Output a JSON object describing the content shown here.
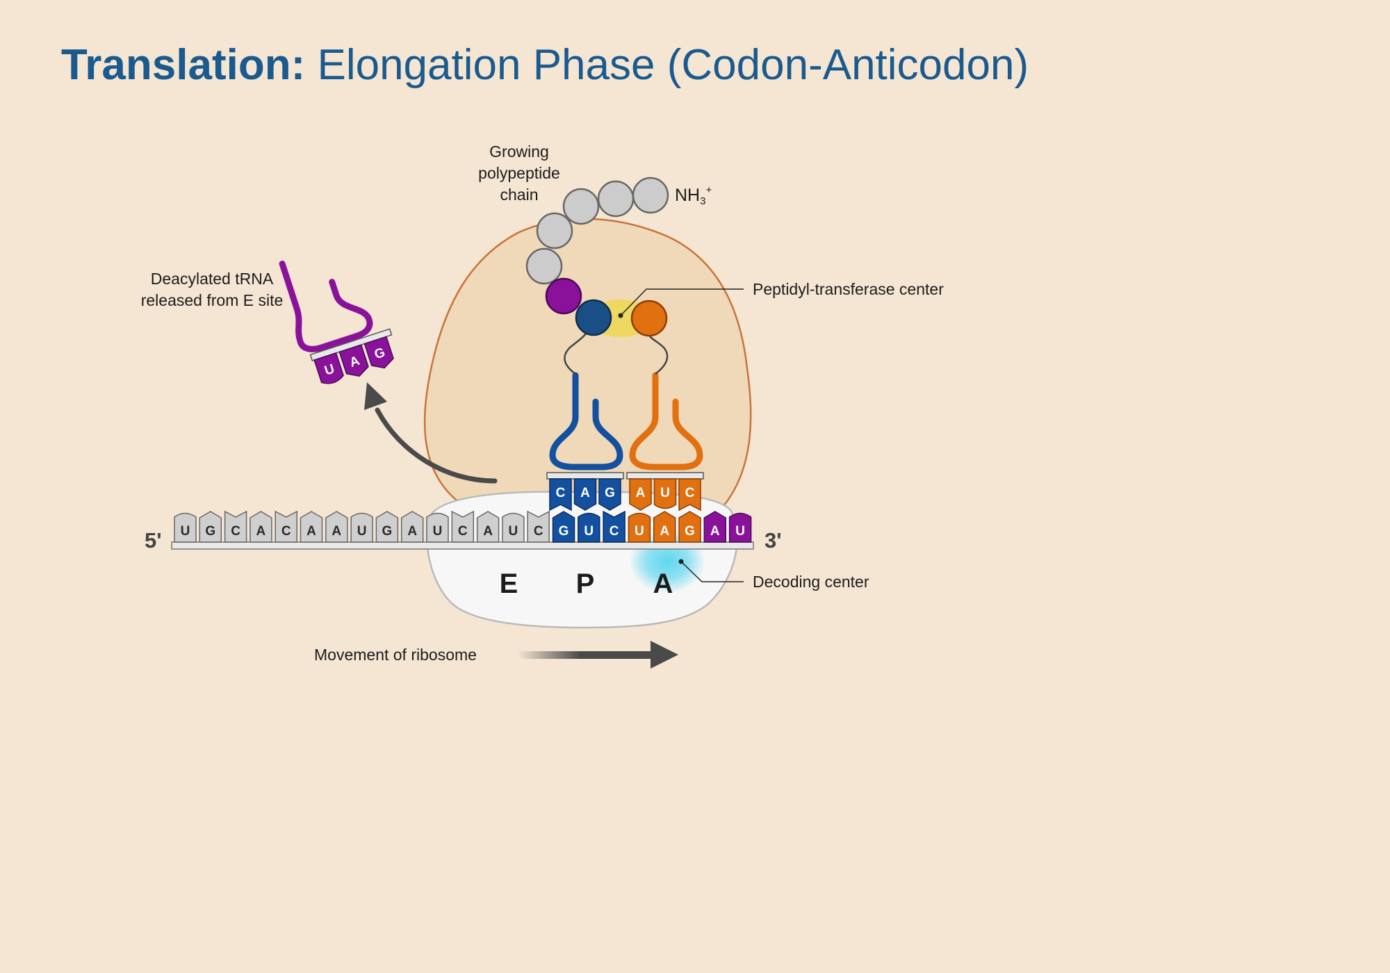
{
  "title": {
    "bold": "Translation:",
    "rest": " Elongation Phase (Codon-Anticodon)"
  },
  "labels": {
    "growing_chain": [
      "Growing",
      "polypeptide",
      "chain"
    ],
    "nh3": "NH",
    "nh3_sub": "3",
    "nh3_sup": "+",
    "deacylated": [
      "Deacylated tRNA",
      "released from E site"
    ],
    "peptidyl": "Peptidyl-transferase center",
    "decoding": "Decoding center",
    "movement": "Movement of ribosome",
    "five_prime": "5'",
    "three_prime": "3'"
  },
  "sites": [
    "E",
    "P",
    "A"
  ],
  "mrna": [
    "U",
    "G",
    "C",
    "A",
    "C",
    "A",
    "A",
    "U",
    "G",
    "A",
    "U",
    "C",
    "A",
    "U",
    "C",
    "G",
    "U",
    "C",
    "U",
    "A",
    "G",
    "A",
    "U"
  ],
  "p_anticodon": [
    "C",
    "A",
    "G"
  ],
  "a_anticodon": [
    "A",
    "U",
    "C"
  ],
  "released_anticodon": [
    "U",
    "A",
    "G"
  ],
  "colors": {
    "background": "#f5e6d3",
    "title": "#1a5a8e",
    "large_subunit": "#efd9b9",
    "large_subunit_edge": "#c8733a",
    "small_subunit": "#f7f7f7",
    "p_trna": "#1350a0",
    "a_trna": "#e07010",
    "released_trna": "#8a129a",
    "mrna_base": "#cfcfcf",
    "amino_acid": "#cccccc",
    "peptidyl_highlight": "#efd860",
    "decoding_highlight": "#5fd6ef"
  }
}
